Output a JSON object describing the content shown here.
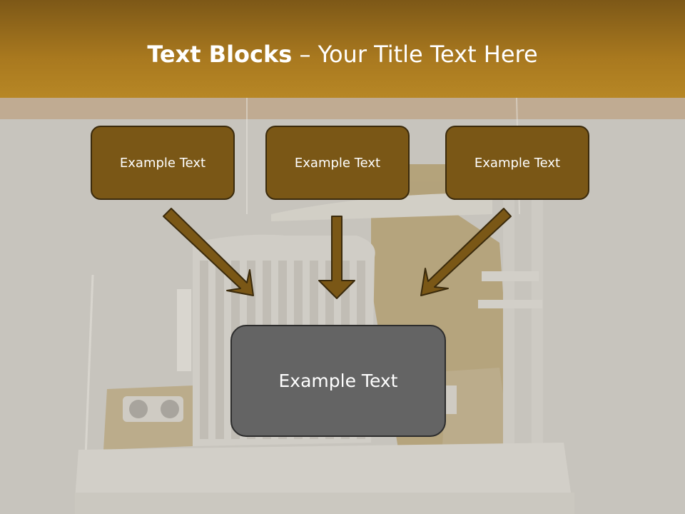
{
  "slide": {
    "title_bold": "Text Blocks",
    "title_separator": " – ",
    "title_rest": "Your Title Text Here",
    "boxes": [
      {
        "label": "Example Text"
      },
      {
        "label": "Example Text"
      },
      {
        "label": "Example Text"
      }
    ],
    "main_box": {
      "label": "Example Text"
    }
  },
  "colors": {
    "header_dark": "#7d5817",
    "header_light": "#b78725",
    "box_fill": "#7a5716",
    "main_box_fill": "#646464",
    "background": "#c7c4bd"
  }
}
